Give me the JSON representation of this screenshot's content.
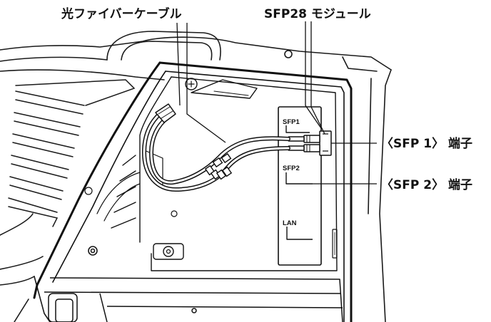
{
  "callouts": {
    "fiber_cable": "光ファイバーケーブル",
    "sfp28_module": "SFP28 モジュール",
    "sfp1_terminal": "〈SFP 1〉 端子",
    "sfp2_terminal": "〈SFP 2〉 端子"
  },
  "panel_labels": {
    "sfp1": "SFP1",
    "sfp2": "SFP2",
    "lan": "LAN"
  }
}
